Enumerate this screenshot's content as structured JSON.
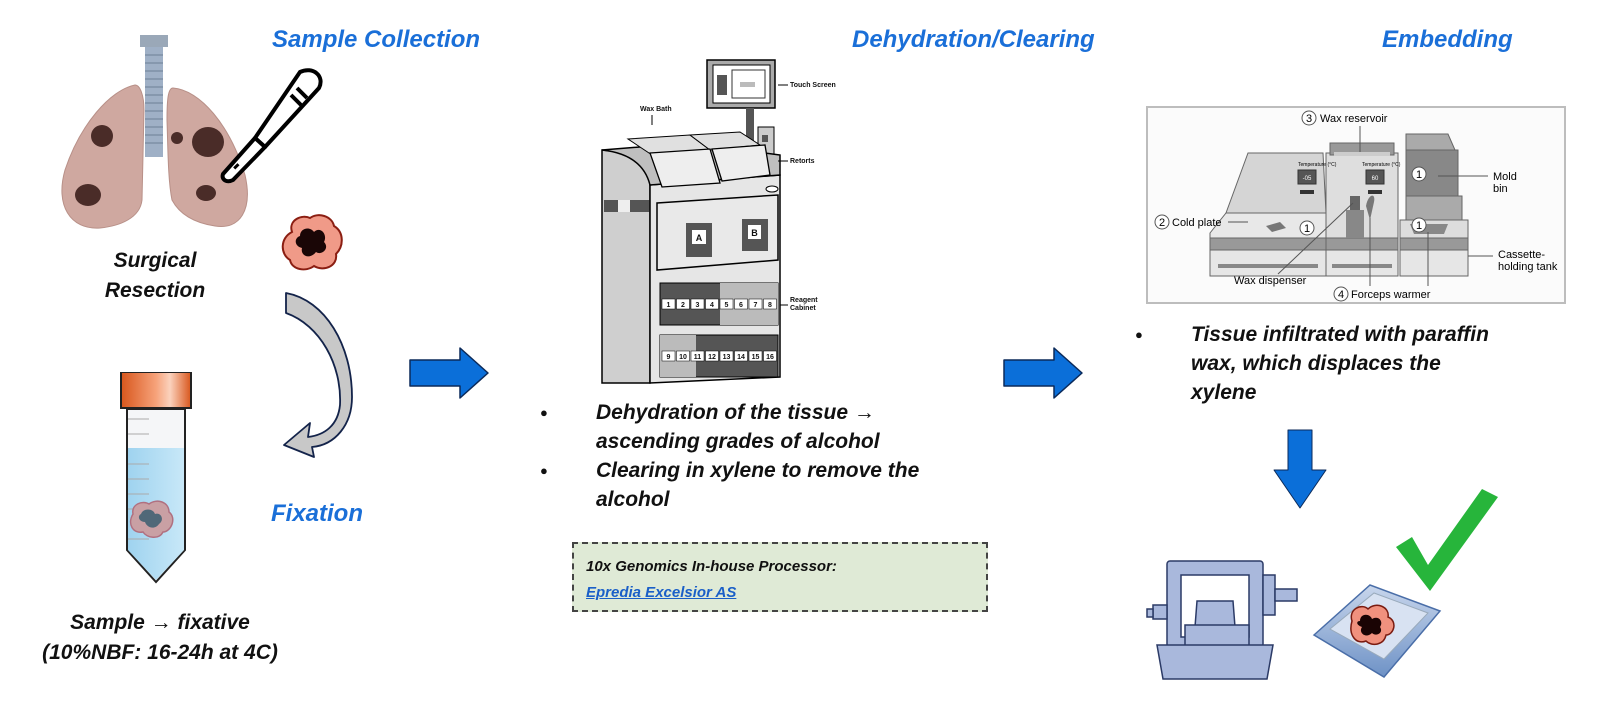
{
  "stages": {
    "sample_collection": {
      "title": "Sample Collection",
      "lung_caption_line1": "Surgical",
      "lung_caption_line2": "Resection"
    },
    "fixation": {
      "title": "Fixation",
      "caption_line1": "Sample → fixative",
      "caption_line2": "(10%NBF: 16-24h at 4C)"
    },
    "dehydration_clearing": {
      "title": "Dehydration/Clearing",
      "bullets": [
        {
          "line1": "Dehydration of the tissue →",
          "line2": "ascending grades of alcohol"
        },
        {
          "line1": "Clearing in xylene to remove the",
          "line2": "alcohol"
        }
      ],
      "processor_note": {
        "label": "10x Genomics In-house Processor:",
        "link_text": "Epredia Excelsior AS"
      },
      "machine_labels": {
        "touch_screen": "Touch Screen",
        "wax_bath": "Wax Bath",
        "retorts": "Retorts",
        "reagent_cabinet_1": "Reagent",
        "reagent_cabinet_2": "Cabinet",
        "retort_a": "A",
        "retort_b": "B",
        "bottles_row1": [
          "1",
          "2",
          "3",
          "4",
          "5",
          "6",
          "7",
          "8"
        ],
        "bottles_row2": [
          "9",
          "10",
          "11",
          "12",
          "13",
          "14",
          "15",
          "16"
        ]
      }
    },
    "embedding": {
      "title": "Embedding",
      "callouts": {
        "wax_reservoir": "Wax reservoir",
        "wax_reservoir_num": "3",
        "cold_plate": "Cold plate",
        "cold_plate_num": "2",
        "mold_bin_1": "Mold",
        "mold_bin_2": "bin",
        "cassette_tank_1": "Cassette-",
        "cassette_tank_2": "holding tank",
        "wax_dispenser": "Wax dispenser",
        "forceps_warmer": "Forceps warmer",
        "forceps_warmer_num": "4",
        "marker_one": "1",
        "temperature_label": "Temperature (°C)",
        "temp_left": "-05",
        "temp_right": "60"
      },
      "bullets": [
        {
          "line1": "Tissue infiltrated with paraffin",
          "line2": "wax, which displaces the",
          "line3": "xylene"
        }
      ]
    }
  },
  "colors": {
    "heading_blue": "#1a6fd8",
    "arrow_blue": "#0b6fd9",
    "check_green": "#27b53b",
    "note_bg": "#dfead6",
    "tube_cap": "#e8692c"
  }
}
